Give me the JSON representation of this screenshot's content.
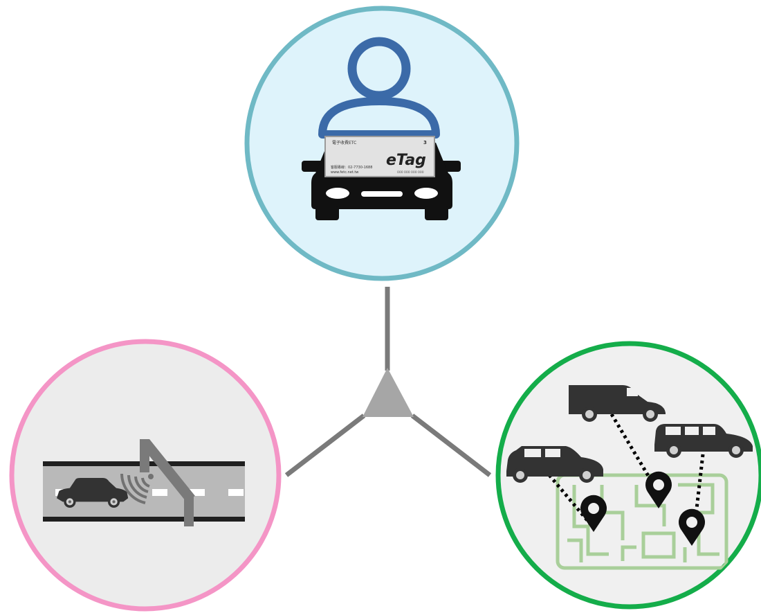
{
  "etag_card": {
    "brand": "eTag",
    "number": "3",
    "issuer": "電子收費ETC",
    "hotline": "客服專線：02-7730-1688",
    "website": "www.fetc.net.tw",
    "serial": "000 000 000 000"
  },
  "colors": {
    "top_circle_fill": "#def3fb",
    "top_circle_stroke": "#6fb9c5",
    "left_circle_fill": "#ececec",
    "left_circle_stroke": "#f495c6",
    "right_circle_fill": "#f0f0f0",
    "right_circle_stroke": "#14ad4a",
    "connector": "#7a7a7a",
    "hub": "#a6a6a6",
    "person_icon": "#3b6aa8",
    "map_lines": "#a9cf9a"
  },
  "icons": {
    "top": [
      "person-icon",
      "car-front-icon",
      "etag-card-icon"
    ],
    "left": [
      "highway-lane-icon",
      "car-icon",
      "rfid-signal-icon",
      "gantry-icon"
    ],
    "right": [
      "van-icon",
      "suv-icon",
      "hatchback-icon",
      "map-pin-icon",
      "city-map-icon"
    ]
  }
}
